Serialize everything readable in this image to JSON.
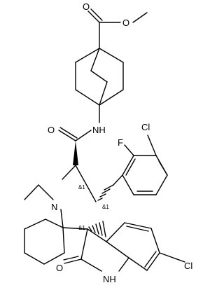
{
  "atoms": {
    "o_carbonyl_ester": "O",
    "o_ester_link": "O",
    "nh_amide": "NH",
    "cl_aryl": "Cl",
    "f_aryl": "F",
    "o_amide": "O",
    "n_pyrrolidine": "N",
    "o_lactam": "O",
    "nh_lactam": "NH",
    "cl_indoline": "Cl"
  },
  "stereo": [
    "&1",
    "&1",
    "&1"
  ]
}
